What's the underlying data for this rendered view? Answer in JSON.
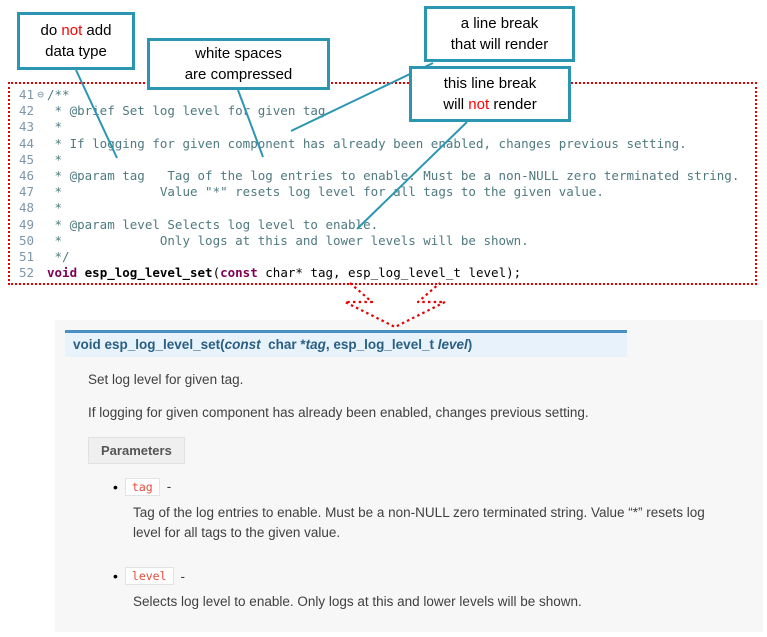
{
  "colors": {
    "callout_border": "#2B96B2",
    "red_text": "#FF0000",
    "dotted_red": "#E80000",
    "comment": "#4F7A80",
    "keyword": "#7F0055",
    "code_text": "#000000",
    "line_number": "#7D96AA",
    "docs_bg": "#F7F7F7",
    "sig_bg": "#E7F2FA",
    "sig_border": "#4A90C2",
    "sig_text": "#2A5E82",
    "param_accent": "#E74C3C",
    "chip_border": "#E1E4E5",
    "body_text": "#404040",
    "params_bg": "#EFEFEF",
    "params_border": "#E1E1E1"
  },
  "callouts": [
    {
      "lines": [
        [
          {
            "t": "do "
          },
          {
            "t": "not",
            "red": true
          },
          {
            "t": " add"
          }
        ],
        [
          {
            "t": "data type"
          }
        ]
      ]
    },
    {
      "lines": [
        [
          {
            "t": "white spaces"
          }
        ],
        [
          {
            "t": "are compressed"
          }
        ]
      ]
    },
    {
      "lines": [
        [
          {
            "t": "a line break"
          }
        ],
        [
          {
            "t": "that will render"
          }
        ]
      ]
    },
    {
      "lines": [
        [
          {
            "t": "this line break"
          }
        ],
        [
          {
            "t": "will "
          },
          {
            "t": "not",
            "red": true
          },
          {
            "t": " render"
          }
        ]
      ]
    }
  ],
  "code": {
    "fold_icon": "⊖",
    "lines": [
      {
        "num": "41",
        "fold": "⊖",
        "segs": [
          {
            "t": "/**",
            "c": "cm"
          }
        ]
      },
      {
        "num": "42",
        "segs": [
          {
            "t": " * @brief Set log level for given tag",
            "c": "cm"
          }
        ]
      },
      {
        "num": "43",
        "segs": [
          {
            "t": " *",
            "c": "cm"
          }
        ]
      },
      {
        "num": "44",
        "segs": [
          {
            "t": " * If logging for given component has already been enabled, changes previous setting.",
            "c": "cm"
          }
        ]
      },
      {
        "num": "45",
        "segs": [
          {
            "t": " *",
            "c": "cm"
          }
        ]
      },
      {
        "num": "46",
        "segs": [
          {
            "t": " * @param tag   Tag of the log entries to enable. Must be a non-NULL zero terminated string.",
            "c": "cm"
          }
        ]
      },
      {
        "num": "47",
        "segs": [
          {
            "t": " *             Value \"*\" resets log level for all tags to the given value.",
            "c": "cm"
          }
        ]
      },
      {
        "num": "48",
        "segs": [
          {
            "t": " *",
            "c": "cm"
          }
        ]
      },
      {
        "num": "49",
        "segs": [
          {
            "t": " * @param level Selects log level to enable.",
            "c": "cm"
          }
        ]
      },
      {
        "num": "50",
        "segs": [
          {
            "t": " *             Only logs at this and lower levels will be shown.",
            "c": "cm"
          }
        ]
      },
      {
        "num": "51",
        "segs": [
          {
            "t": " */",
            "c": "cm"
          }
        ]
      },
      {
        "num": "52",
        "segs": [
          {
            "t": "void",
            "c": "kw"
          },
          {
            "t": " "
          },
          {
            "t": "esp_log_level_set",
            "c": "fn"
          },
          {
            "t": "("
          },
          {
            "t": "const",
            "c": "kw"
          },
          {
            "t": " char* tag, esp_log_level_t level);"
          }
        ]
      }
    ]
  },
  "docs": {
    "signature": {
      "segs": [
        {
          "t": "void ",
          "b": true
        },
        {
          "t": "esp_log_level_set",
          "b": true
        },
        {
          "t": "(",
          "b": true
        },
        {
          "t": "const",
          "b": true,
          "i": true
        },
        {
          "t": "  char *",
          "b": true
        },
        {
          "t": "tag",
          "b": true,
          "i": true
        },
        {
          "t": ", ",
          "b": true
        },
        {
          "t": "esp_log_level_t ",
          "b": true
        },
        {
          "t": "level",
          "b": true,
          "i": true
        },
        {
          "t": ")",
          "b": true
        }
      ]
    },
    "paragraphs": [
      "Set log level for given tag.",
      "If logging for given component has already been enabled, changes previous setting."
    ],
    "params_label": "Parameters",
    "bullet_char": "•",
    "params": [
      {
        "name": "tag",
        "sep": "-",
        "desc": "Tag of the log entries to enable. Must be a non-NULL zero terminated string. Value “*” resets log level for all tags to the given value."
      },
      {
        "name": "level",
        "sep": "-",
        "desc": "Selects log level to enable. Only logs at this and lower levels will be shown."
      }
    ]
  }
}
